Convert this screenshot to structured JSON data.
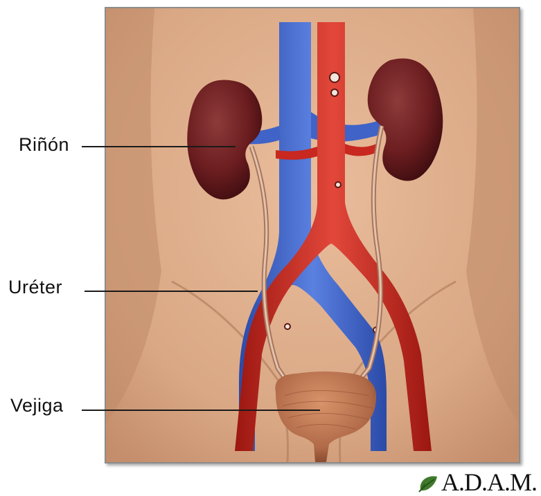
{
  "labels": {
    "kidney": "Riñón",
    "ureter": "Uréter",
    "bladder": "Vejiga"
  },
  "brand": {
    "logo_text": "A.D.A.M.",
    "leaf_icon": "leaf-icon"
  },
  "colors": {
    "skin": "#d9a784",
    "skin_shadow": "#b98262",
    "vein": "#3f63c7",
    "artery": "#c8281f",
    "kidney": "#6b1d1f",
    "bladder": "#b06a48",
    "ureter": "#c9a58d",
    "frame_border": "#8c8c8c"
  }
}
